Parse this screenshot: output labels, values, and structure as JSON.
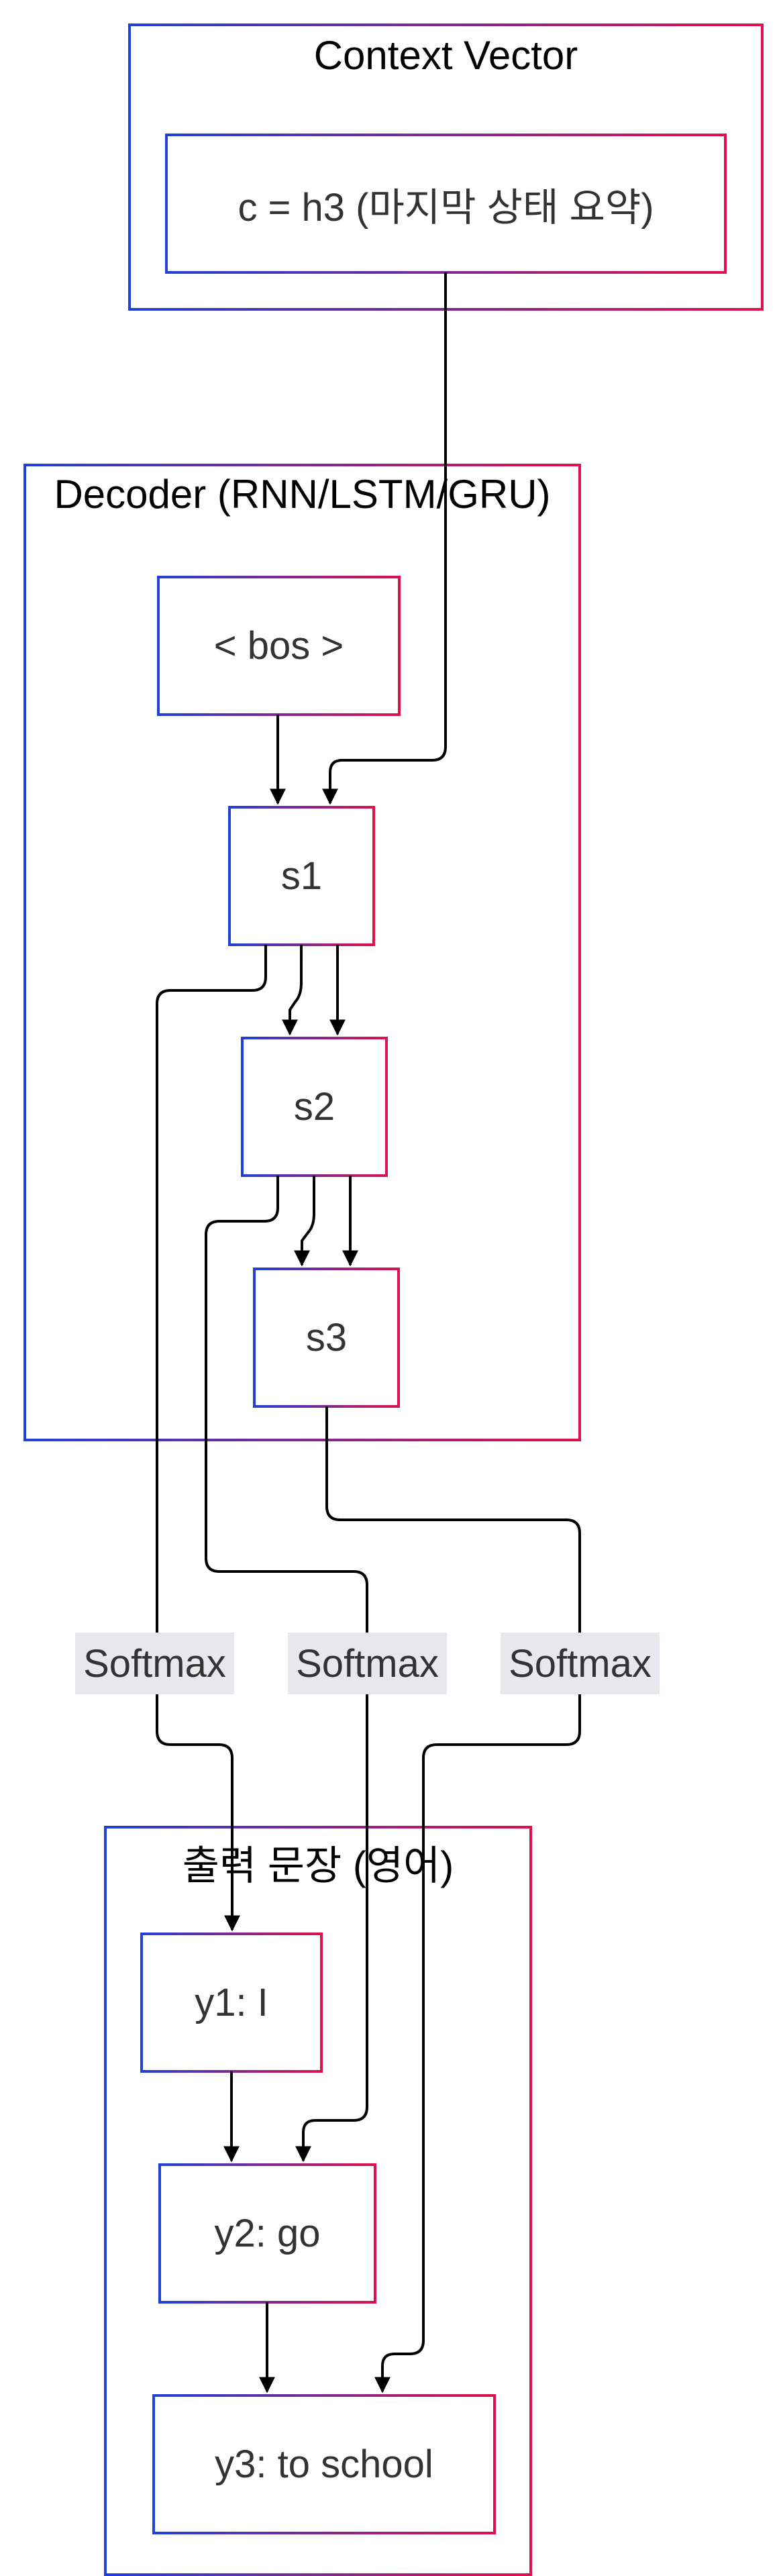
{
  "colors": {
    "border_start": "#2040d8",
    "border_end": "#e0104c",
    "edge": "#000000",
    "edge_label_bg": "#e8e8ec",
    "text": "#333333"
  },
  "clusters": {
    "context": {
      "title": "Context Vector"
    },
    "decoder": {
      "title": "Decoder (RNN/LSTM/GRU)"
    },
    "output": {
      "title": "출력 문장 (영어)"
    }
  },
  "nodes": {
    "context_c": "c = h3 (마지막 상태 요약)",
    "bos": "< bos >",
    "s1": "s1",
    "s2": "s2",
    "s3": "s3",
    "y1": "y1: I",
    "y2": "y2: go",
    "y3": "y3: to school"
  },
  "edge_labels": {
    "s1_to_y1": "Softmax",
    "s2_to_y2": "Softmax",
    "s3_to_y3": "Softmax"
  }
}
